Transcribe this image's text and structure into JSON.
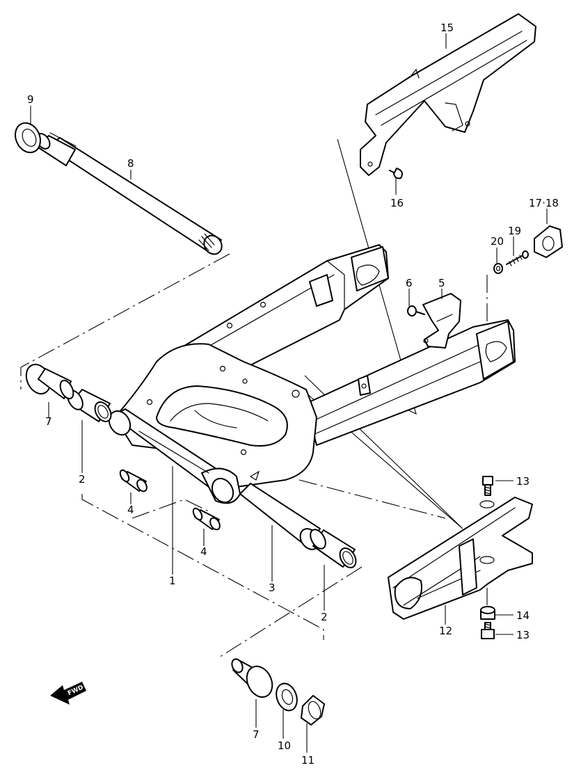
{
  "callouts": {
    "c1": "1",
    "c2a": "2",
    "c2b": "2",
    "c3": "3",
    "c4a": "4",
    "c4b": "4",
    "c5": "5",
    "c6": "6",
    "c7a": "7",
    "c7b": "7",
    "c8": "8",
    "c9": "9",
    "c10": "10",
    "c11": "11",
    "c12": "12",
    "c13a": "13",
    "c13b": "13",
    "c14": "14",
    "c15": "15",
    "c16": "16",
    "c17_18": "17·18",
    "c19": "19",
    "c20": "20"
  },
  "fwd_label": "FWD",
  "colors": {
    "line": "#000000",
    "background": "#ffffff"
  }
}
